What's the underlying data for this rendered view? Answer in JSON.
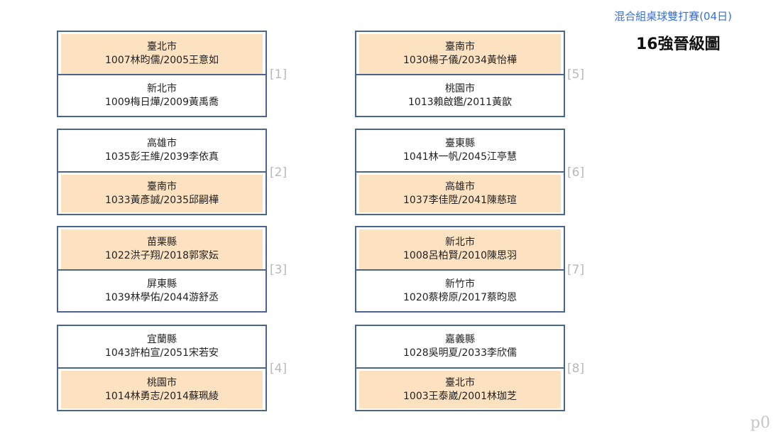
{
  "header": {
    "event_link": "混合組桌球雙打賽(04日)",
    "bracket_title": "16強晉級圖"
  },
  "matches": [
    {
      "num": "[1]",
      "top": {
        "team": "臺北市",
        "players": "1007林昀儒/2005王意如",
        "winner": true
      },
      "bottom": {
        "team": "新北市",
        "players": "1009梅日燁/2009黃禹喬",
        "winner": false
      }
    },
    {
      "num": "[2]",
      "top": {
        "team": "高雄市",
        "players": "1035彭王維/2039李依真",
        "winner": false
      },
      "bottom": {
        "team": "臺南市",
        "players": "1033黃彥誠/2035邱嗣樺",
        "winner": true
      }
    },
    {
      "num": "[3]",
      "top": {
        "team": "苗栗縣",
        "players": "1022洪子翔/2018郭家妘",
        "winner": true
      },
      "bottom": {
        "team": "屏東縣",
        "players": "1039林學佑/2044游舒丞",
        "winner": false
      }
    },
    {
      "num": "[4]",
      "top": {
        "team": "宜蘭縣",
        "players": "1043許柏宣/2051宋若安",
        "winner": false
      },
      "bottom": {
        "team": "桃園市",
        "players": "1014林勇志/2014蘇珮綾",
        "winner": true
      }
    },
    {
      "num": "[5]",
      "top": {
        "team": "臺南市",
        "players": "1030楊子儀/2034黃怡樺",
        "winner": true
      },
      "bottom": {
        "team": "桃園市",
        "players": "1013賴啟鑑/2011黃歆",
        "winner": false
      }
    },
    {
      "num": "[6]",
      "top": {
        "team": "臺東縣",
        "players": "1041林一帆/2045江亭慧",
        "winner": false
      },
      "bottom": {
        "team": "高雄市",
        "players": "1037李佳陞/2041陳慈瑄",
        "winner": true
      }
    },
    {
      "num": "[7]",
      "top": {
        "team": "新北市",
        "players": "1008呂柏賢/2010陳思羽",
        "winner": true
      },
      "bottom": {
        "team": "新竹市",
        "players": "1020蔡榜原/2017蔡昀恩",
        "winner": false
      }
    },
    {
      "num": "[8]",
      "top": {
        "team": "嘉義縣",
        "players": "1028吳明夏/2033李欣儒",
        "winner": false
      },
      "bottom": {
        "team": "臺北市",
        "players": "1003王泰崴/2001林珈芝",
        "winner": true
      }
    }
  ],
  "footer": {
    "page_label": "p0"
  },
  "colors": {
    "winner_fill": "#fde2c2",
    "box_border": "#4a6593",
    "link": "#3a6fd6"
  }
}
